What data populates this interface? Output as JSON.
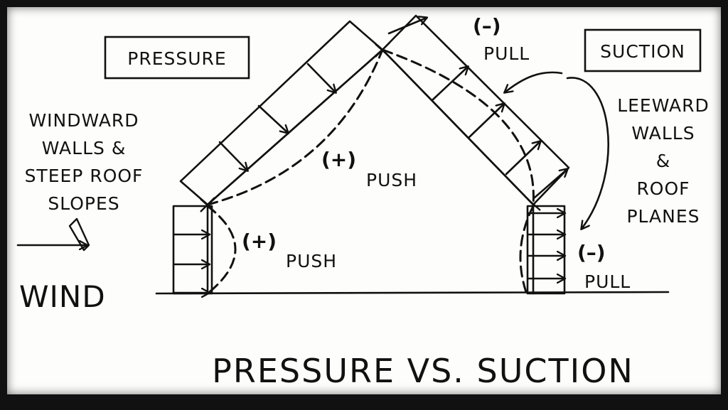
{
  "labels": {
    "pressure_box": "PRESSURE",
    "suction_box": "SUCTION",
    "windward_1": "WINDWARD",
    "windward_2": "WALLS &",
    "windward_3": "STEEP ROOF",
    "windward_4": "SLOPES",
    "leeward_1": "LEEWARD",
    "leeward_2": "WALLS",
    "leeward_3": "&",
    "leeward_4": "ROOF",
    "leeward_5": "PLANES",
    "wind": "WIND",
    "roof_pull_sign": "(–)",
    "roof_pull": "PULL",
    "roof_push_sign": "(+)",
    "roof_push": "PUSH",
    "wall_push_sign": "(+)",
    "wall_push": "PUSH",
    "wall_pull_sign": "(–)",
    "wall_pull": "PULL",
    "title": "PRESSURE VS. SUCTION"
  },
  "colors": {
    "ink": "#111111",
    "paper": "#fdfdfb",
    "frame": "#111111"
  },
  "icons": {
    "wind_arrow": "arrow-right-icon"
  }
}
